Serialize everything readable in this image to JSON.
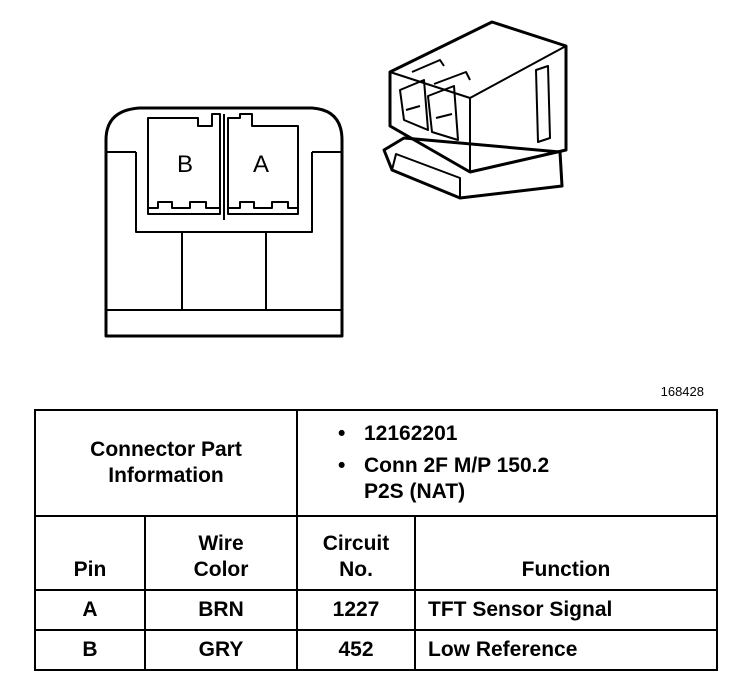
{
  "figure_id": "168428",
  "front_view": {
    "pin_labels": [
      "B",
      "A"
    ]
  },
  "table": {
    "part_info_label": [
      "Connector Part",
      "Information"
    ],
    "part_info_items": [
      {
        "lines": [
          "12162201"
        ]
      },
      {
        "lines": [
          "Conn 2F M/P 150.2",
          "P2S (NAT)"
        ]
      }
    ],
    "headers": {
      "pin": "Pin",
      "wire_color": [
        "Wire",
        "Color"
      ],
      "circuit": [
        "Circuit",
        "No."
      ],
      "function": "Function"
    },
    "rows": [
      {
        "pin": "A",
        "wire_color": "BRN",
        "circuit": "1227",
        "function": "TFT Sensor Signal"
      },
      {
        "pin": "B",
        "wire_color": "GRY",
        "circuit": "452",
        "function": "Low Reference"
      }
    ]
  }
}
